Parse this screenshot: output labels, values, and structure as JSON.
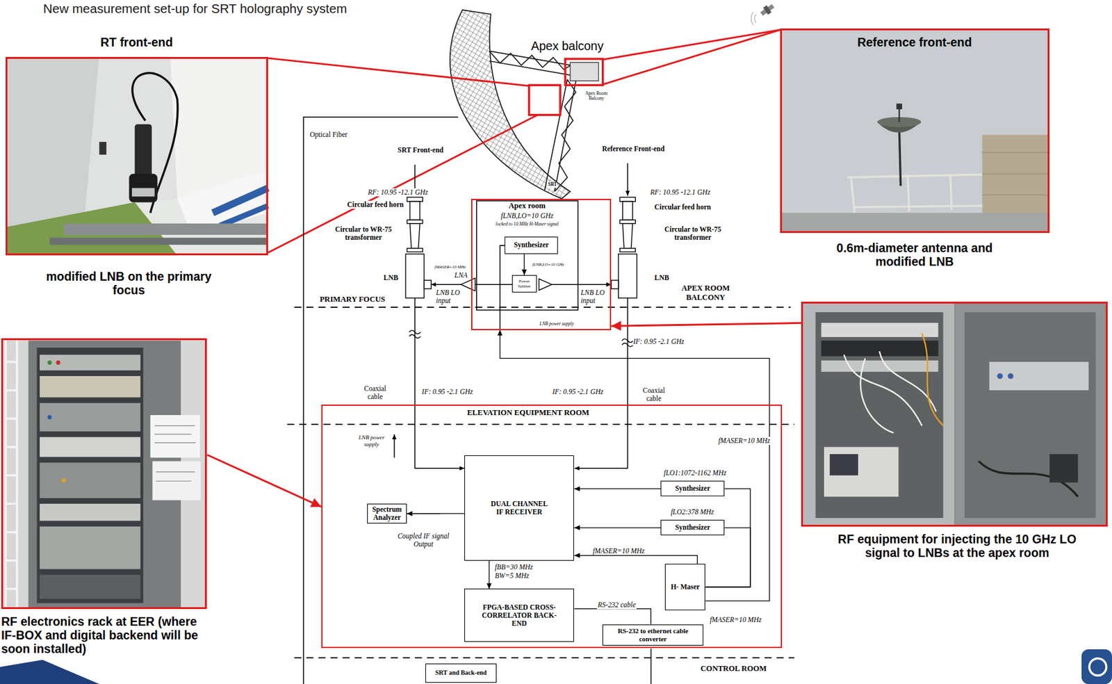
{
  "diagram": {
    "title": "New measurement set-up for SRT holography system",
    "nodes": [
      {
        "text": [
          "RT front-end",
          "modified LNB on the primary focus"
        ]
      },
      {
        "text": [
          "Reference front-end",
          "0.6m-diameter antenna and modified LNB"
        ]
      },
      {
        "text": [
          "Apex room",
          "fLNB,LO=10 GHz",
          "locked to 10 MHz H-Maser signal"
        ]
      },
      {
        "text": [
          "Synthesizer"
        ],
        "in": 2
      },
      {
        "text": [
          "Power Splitter"
        ],
        "in": 2
      },
      {
        "text": [
          "RF electronics rack at EER (where IF-BOX and digital backend will be soon installed)"
        ]
      },
      {
        "text": [
          "RF equipment for injecting the 10 GHz LO signal to LNBs at the apex room"
        ]
      },
      {
        "text": [
          "ELEVATION EQUIPMENT ROOM"
        ]
      },
      {
        "text": [
          "Spectrum Analyzer"
        ],
        "in": 7
      },
      {
        "text": [
          "DUAL CHANNEL IF RECEIVER"
        ],
        "in": 7
      },
      {
        "text": [
          "Synthesizer"
        ],
        "in": 7
      },
      {
        "text": [
          "Synthesizer"
        ],
        "in": 7
      },
      {
        "text": [
          "H- Maser"
        ],
        "in": 7
      },
      {
        "text": [
          "FPGA-BASED CROSS-CORRELATOR BACK-END"
        ],
        "in": 7
      },
      {
        "text": [
          "RS-232 to ethernet cable converter"
        ],
        "in": 7
      },
      {
        "text": [
          "SRT and Back-end"
        ]
      }
    ],
    "edges": [
      {
        "from": 3,
        "to": 4,
        "arrow": "to"
      },
      {
        "from": 6,
        "to": 2,
        "arrow": "to"
      },
      {
        "from": 5,
        "to": 7,
        "arrow": "to"
      },
      {
        "from": 9,
        "to": 8,
        "arrow": "to"
      },
      {
        "from": 10,
        "to": 9,
        "arrow": "to"
      },
      {
        "from": 11,
        "to": 9,
        "arrow": "to"
      },
      {
        "from": 12,
        "to": 9,
        "arrow": "to"
      },
      {
        "from": 12,
        "to": 10,
        "arrow": "none"
      },
      {
        "from": 12,
        "to": 11,
        "arrow": "none"
      },
      {
        "from": 12,
        "to": 2,
        "arrow": "to"
      },
      {
        "from": 9,
        "to": 13,
        "arrow": "to",
        "label": "fBB=30 MHz BW=5 MHz"
      },
      {
        "from": 13,
        "to": 14,
        "arrow": "none",
        "label": "RS-232 cable"
      }
    ],
    "labels": [
      "Apex balcony",
      "Apex Room Balcony",
      "SRT",
      "Optical Fiber",
      "SRT Front-end",
      "Reference Front-end",
      "RF: 10.95 -12.1 GHz",
      "RF: 10.95 -12.1 GHz",
      "Circular feed horn",
      "Circular feed horn",
      "Circular to WR-75 transformer",
      "Circular to WR-75 transformer",
      "fMASER=10 MHz",
      "LNA",
      "fLNB,LO=10 GHz",
      "LNB",
      "LNB",
      "LNB LO input",
      "LNB LO input",
      "PRIMARY FOCUS",
      "APEX ROOM BALCONY",
      "LNB power supply",
      "IF: 0.95 -2.1 GHz",
      "IF: 0.95 -2.1 GHz",
      "IF: 0.95 -2.1 GHz",
      "Coaxial cable",
      "Coaxial cable",
      "LNB power supply",
      "fMASER=10 MHz",
      "fLO1:1072-1162 MHz",
      "fLO2:378 MHz",
      "Coupled IF signal Output",
      "fMASER=10 MHz",
      "fMASER=10 MHz",
      "CONTROL ROOM"
    ]
  }
}
